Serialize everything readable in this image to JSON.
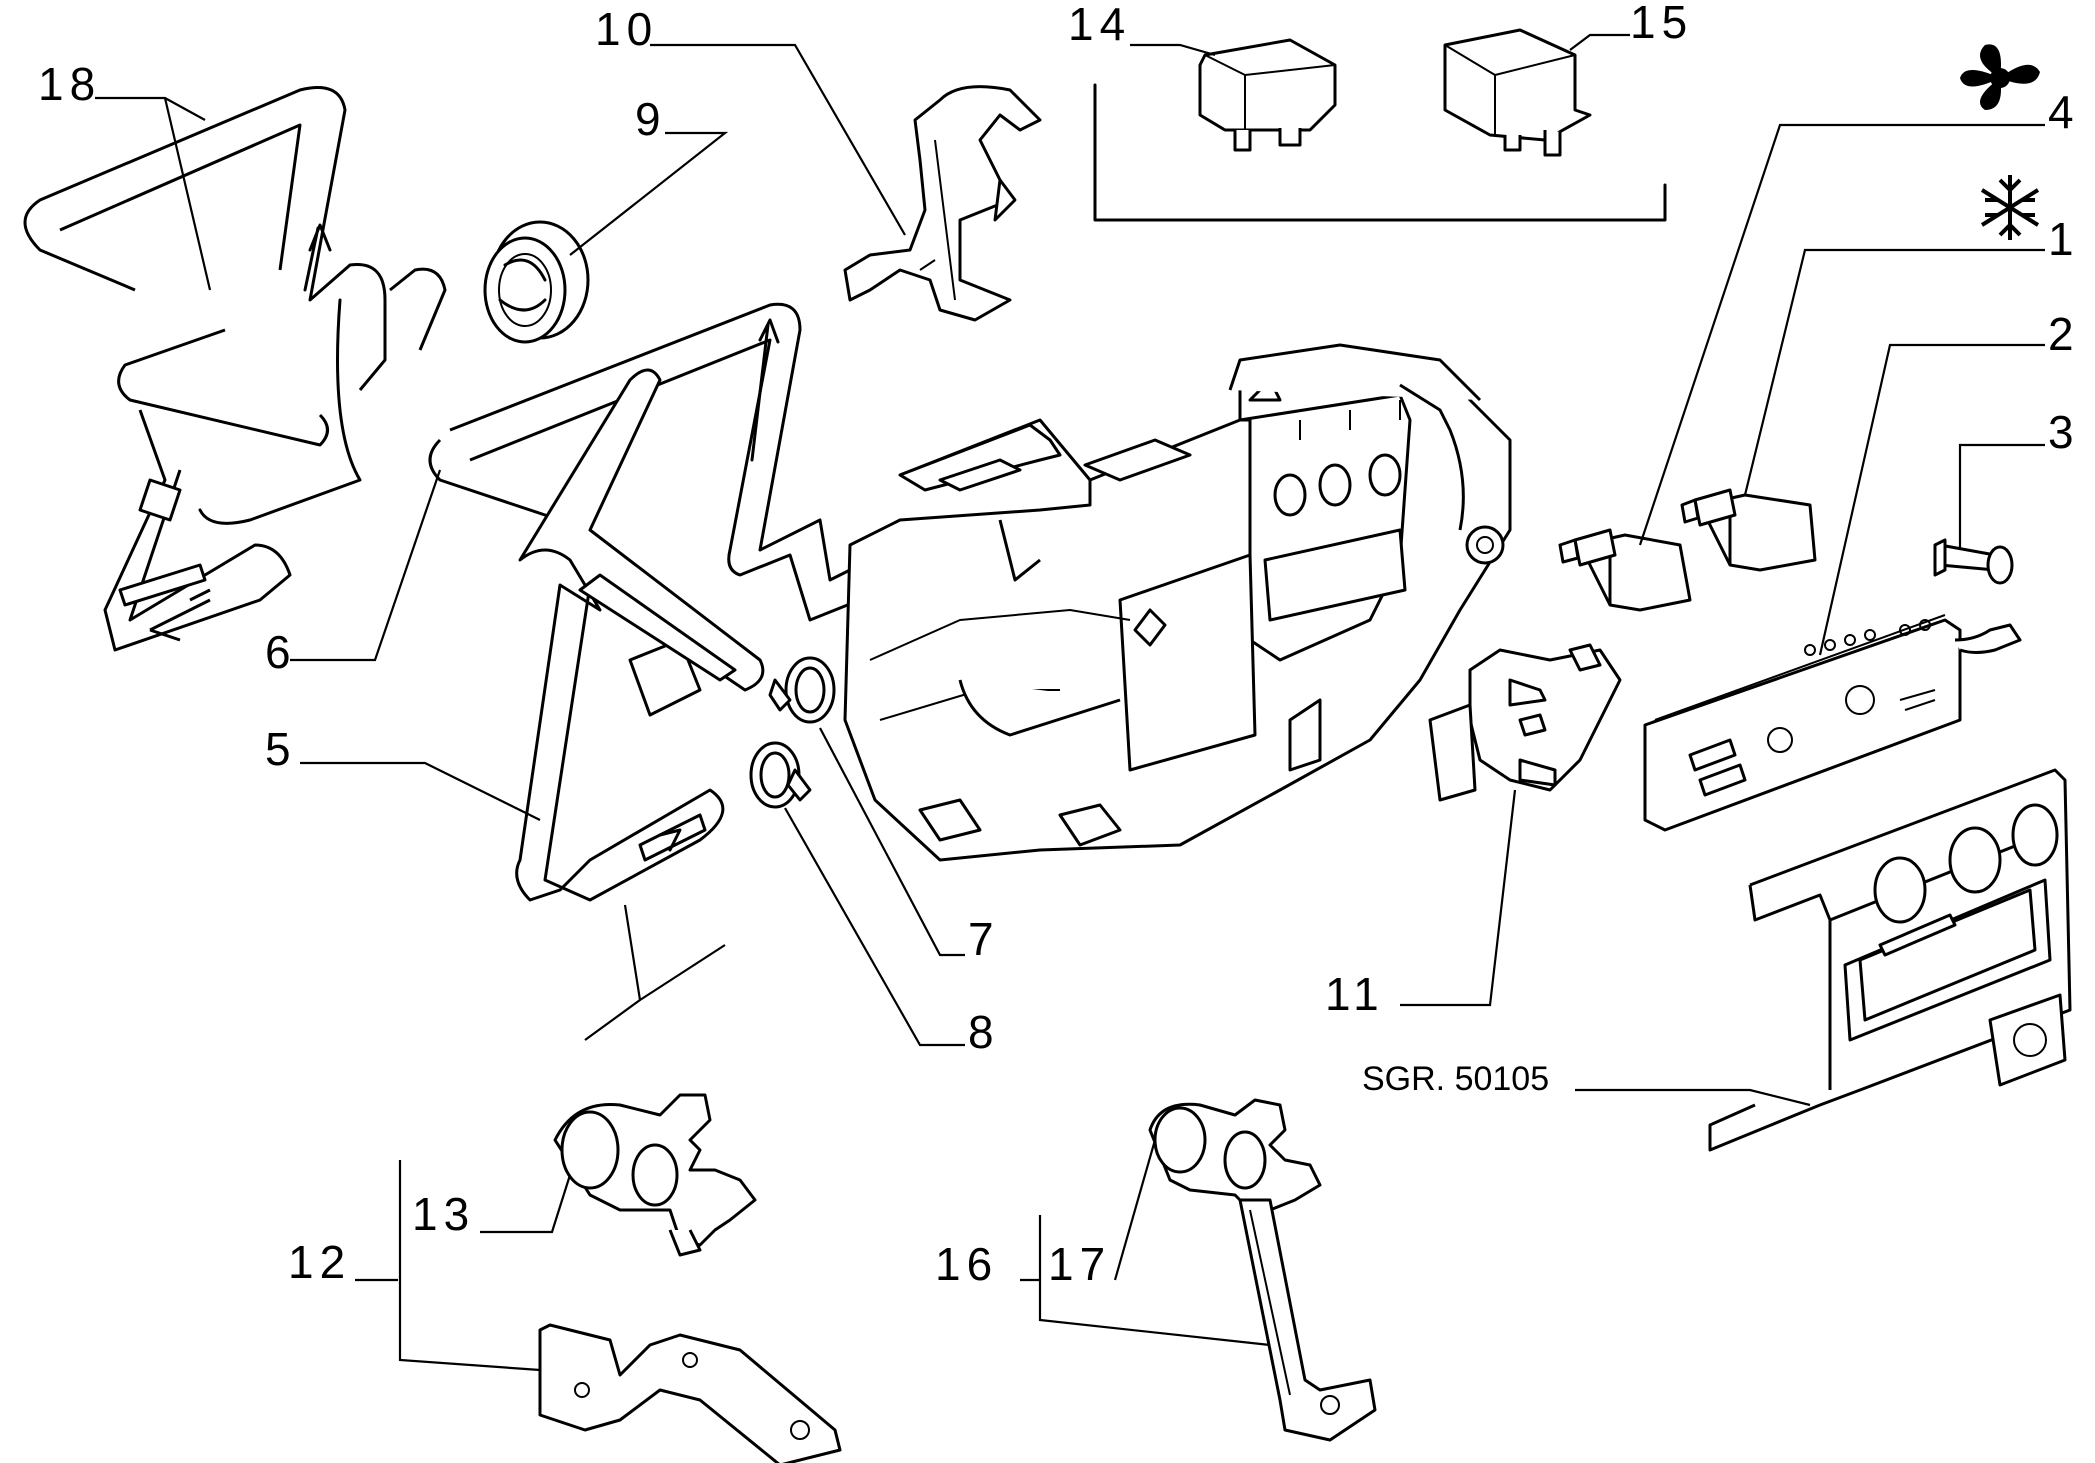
{
  "diagram": {
    "reference": "SGR. 50105",
    "callouts": [
      {
        "id": "c1",
        "label": "1"
      },
      {
        "id": "c2",
        "label": "2"
      },
      {
        "id": "c3",
        "label": "3"
      },
      {
        "id": "c4",
        "label": "4"
      },
      {
        "id": "c5",
        "label": "5"
      },
      {
        "id": "c6",
        "label": "6"
      },
      {
        "id": "c7",
        "label": "7"
      },
      {
        "id": "c8",
        "label": "8"
      },
      {
        "id": "c9",
        "label": "9"
      },
      {
        "id": "c10",
        "label": "10"
      },
      {
        "id": "c11",
        "label": "11"
      },
      {
        "id": "c12",
        "label": "12"
      },
      {
        "id": "c13",
        "label": "13"
      },
      {
        "id": "c14",
        "label": "14"
      },
      {
        "id": "c15",
        "label": "15"
      },
      {
        "id": "c16",
        "label": "16"
      },
      {
        "id": "c17",
        "label": "17"
      },
      {
        "id": "c18",
        "label": "18"
      }
    ],
    "symbols": {
      "fan": "fan-icon",
      "ac": "snowflake-icon"
    }
  }
}
